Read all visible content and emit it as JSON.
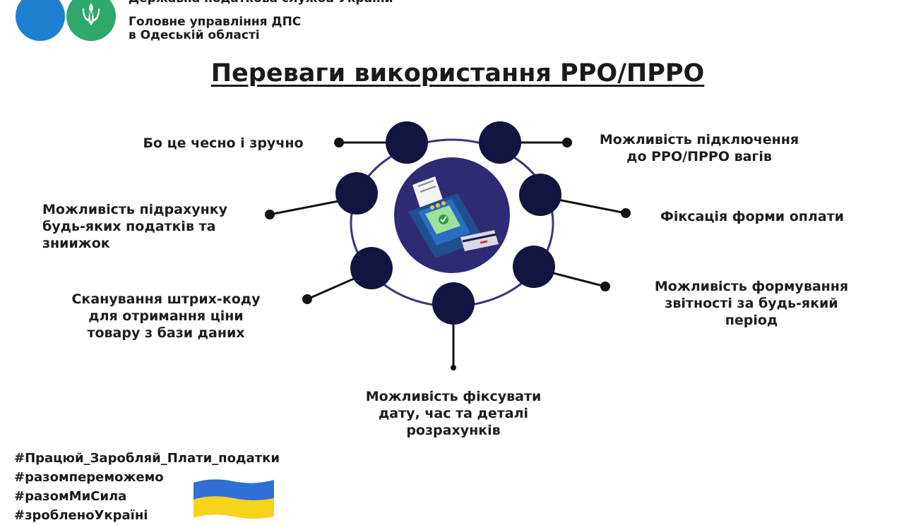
{
  "header": {
    "org_top": "Державна податкова служба України",
    "org_line1": "Головне управління ДПС",
    "org_line2": "в Одеській області"
  },
  "title": "Переваги використання РРО/ПРРО",
  "benefits": [
    "Бо це чесно і зручно",
    "Можливість підключення\nдо РРО/ПРРО вагів",
    "Можливість підрахунку\nбудь-яких податків та\nзниижок",
    "Фіксація форми оплати",
    "Сканування штрих-коду\nдля отримання ціни\nтовару з бази даних",
    "Можливість формування\nзвітності  за будь-який\nперіод",
    "Можливість фіксувати\nдату, час та деталі\nрозрахунків"
  ],
  "hashtags": [
    "#Працюй_Заробляй_Плати_податки",
    "#разомпереможемо",
    "#разомМиСила",
    "#зробленоУкраїні"
  ],
  "colors": {
    "node": "#13143f",
    "ring": "#3a3580",
    "center": "#2f2a74",
    "flag_blue": "#2f6fd6",
    "flag_yellow": "#f7d21b"
  },
  "icons": [
    "trident-icon",
    "pos-terminal-icon",
    "ukraine-flag-icon"
  ]
}
